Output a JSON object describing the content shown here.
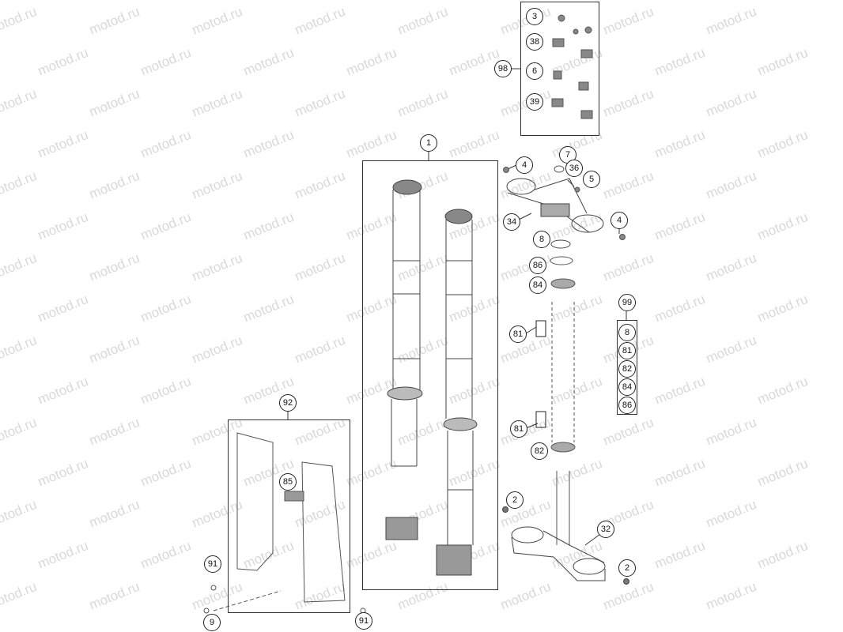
{
  "watermark": {
    "text": "motod.ru",
    "color": "#d9d9d9"
  },
  "callouts": {
    "c1": "1",
    "c2a": "2",
    "c2b": "2",
    "c3": "3",
    "c4a": "4",
    "c4b": "4",
    "c5": "5",
    "c6": "6",
    "c7": "7",
    "c8a": "8",
    "c9": "9",
    "c32": "32",
    "c34": "34",
    "c36": "36",
    "c38": "38",
    "c39": "39",
    "c81a": "81",
    "c81b": "81",
    "c82": "82",
    "c84": "84",
    "c85": "85",
    "c86": "86",
    "c91a": "91",
    "c91b": "91",
    "c92": "92",
    "c98": "98",
    "c99": "99"
  },
  "kit_99": [
    "8",
    "81",
    "82",
    "84",
    "86"
  ]
}
